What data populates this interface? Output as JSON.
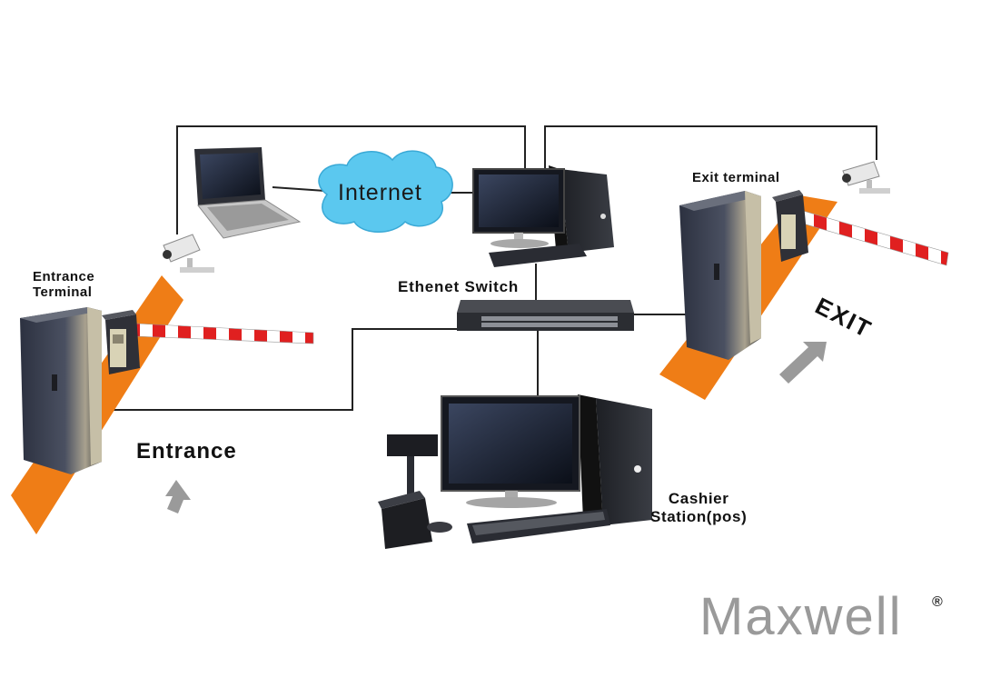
{
  "labels": {
    "entrance_terminal_line1": "Entrance",
    "entrance_terminal_line2": "Terminal",
    "exit_terminal": "Exit terminal",
    "ethernet_switch": "Ethenet Switch",
    "internet": "Internet",
    "entrance": "Entrance",
    "exit": "EXIT",
    "cashier_line1": "Cashier",
    "cashier_line2": "Station(pos)"
  },
  "brand": {
    "name": "Maxwell",
    "registered_mark": "®"
  },
  "colors": {
    "lane": "#ef7d16",
    "barrier_red": "#e02020",
    "barrier_white": "#ffffff",
    "cloud": "#5bc8ef",
    "wire": "#222222",
    "terminal_body": "#3a3f4a",
    "arrow": "#9a9a9a"
  }
}
